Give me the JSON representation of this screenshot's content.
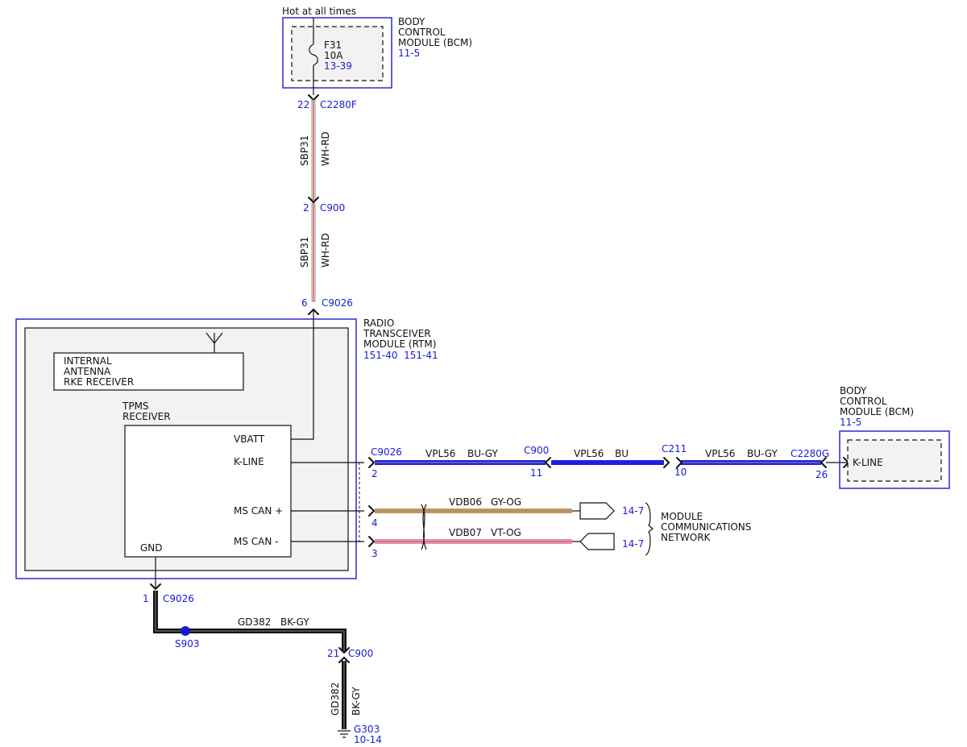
{
  "power": {
    "label": "Hot at all times",
    "fuse": {
      "id": "F31",
      "rating": "10A",
      "ref": "13-39"
    }
  },
  "bcm_top": {
    "name_lines": [
      "BODY",
      "CONTROL",
      "MODULE (BCM)"
    ],
    "ref": "11-5"
  },
  "bcm_right": {
    "name_lines": [
      "BODY",
      "CONTROL",
      "MODULE (BCM)"
    ],
    "ref": "11-5",
    "pin_label": "K-LINE"
  },
  "rtm": {
    "name_lines": [
      "RADIO",
      "TRANSCEIVER",
      "MODULE (RTM)"
    ],
    "refs": "151-40  151-41",
    "antenna_lines": [
      "INTERNAL",
      "ANTENNA",
      "RKE RECEIVER"
    ],
    "tpms_lines": [
      "TPMS",
      "RECEIVER"
    ],
    "pins": {
      "vbatt": "VBATT",
      "kline": "K-LINE",
      "mscan_plus": "MS CAN +",
      "mscan_minus": "MS CAN -",
      "gnd": "GND"
    }
  },
  "connectors": {
    "c2280f": {
      "id": "C2280F",
      "pin": "22"
    },
    "c900_a": {
      "id": "C900",
      "pin": "2"
    },
    "c9026_pwr": {
      "id": "C9026",
      "pin": "6"
    },
    "c9026_kline": {
      "id": "C9026",
      "pin": "2"
    },
    "c900_kline": {
      "id": "C900",
      "pin": "11"
    },
    "c211": {
      "id": "C211",
      "pin": "10"
    },
    "c2280g": {
      "id": "C2280G",
      "pin": "26"
    },
    "c9026_canp": {
      "pin": "4"
    },
    "c9026_canm": {
      "pin": "3"
    },
    "c9026_gnd": {
      "id": "C9026",
      "pin": "1"
    },
    "c900_gnd": {
      "id": "C900",
      "pin": "21"
    }
  },
  "wires": {
    "sbp31_a": {
      "circuit": "SBP31",
      "color": "WH-RD"
    },
    "sbp31_b": {
      "circuit": "SBP31",
      "color": "WH-RD"
    },
    "vpl56_a": {
      "circuit": "VPL56",
      "color": "BU-GY"
    },
    "vpl56_b": {
      "circuit": "VPL56",
      "color": "BU"
    },
    "vpl56_c": {
      "circuit": "VPL56",
      "color": "BU-GY"
    },
    "vdb06": {
      "circuit": "VDB06",
      "color": "GY-OG",
      "ref": "14-7"
    },
    "vdb07": {
      "circuit": "VDB07",
      "color": "VT-OG",
      "ref": "14-7"
    },
    "gd382_a": {
      "circuit": "GD382",
      "color": "BK-GY"
    },
    "gd382_b": {
      "circuit": "GD382",
      "color": "BK-GY"
    }
  },
  "splice": {
    "id": "S903"
  },
  "ground": {
    "id": "G303",
    "ref": "10-14"
  },
  "network_lines": [
    "MODULE",
    "COMMUNICATIONS",
    "NETWORK"
  ],
  "colors": {
    "ref_blue": "#1a1ad6",
    "wire_blue": "#1e1ee0",
    "wire_black": "#111111",
    "wire_red": "#e04848",
    "wire_orange": "#c8965a",
    "wire_pink": "#e890a8"
  }
}
